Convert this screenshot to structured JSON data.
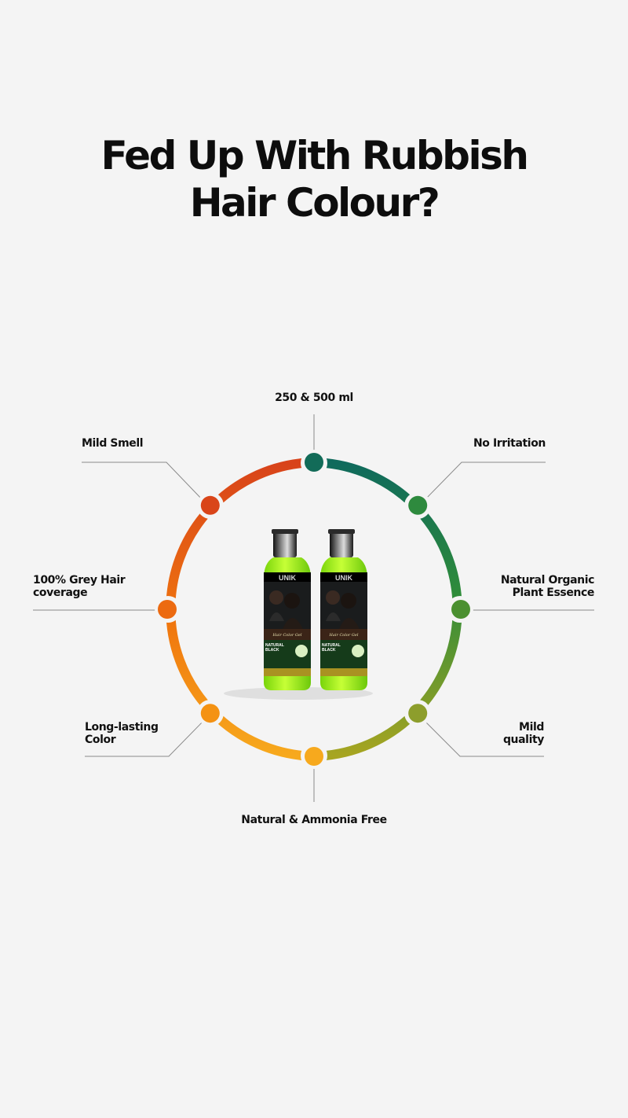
{
  "headline": {
    "line1": "Fed Up With Rubbish",
    "line2": "Hair Colour?"
  },
  "features": [
    {
      "label": "250 & 500 ml",
      "color": "#126b58"
    },
    {
      "label": "No Irritation",
      "color": "#2e8a3e"
    },
    {
      "label": "Natural Organic\nPlant Essence",
      "color": "#4b9030"
    },
    {
      "label": "Mild\nquality",
      "color": "#8d9e2c"
    },
    {
      "label": "Natural & Ammonia Free",
      "color": "#f7a91d"
    },
    {
      "label": "Long-lasting\nColor",
      "color": "#f49213"
    },
    {
      "label": "100% Grey Hair\ncoverage",
      "color": "#ec6a10"
    },
    {
      "label": "Mild Smell",
      "color": "#d94519"
    }
  ],
  "product": {
    "brand": "UNIK",
    "name": "Hair Color Gel",
    "shade_line1": "NATURAL",
    "shade_line2": "BLACK",
    "bottle_color": "#9bee12"
  }
}
